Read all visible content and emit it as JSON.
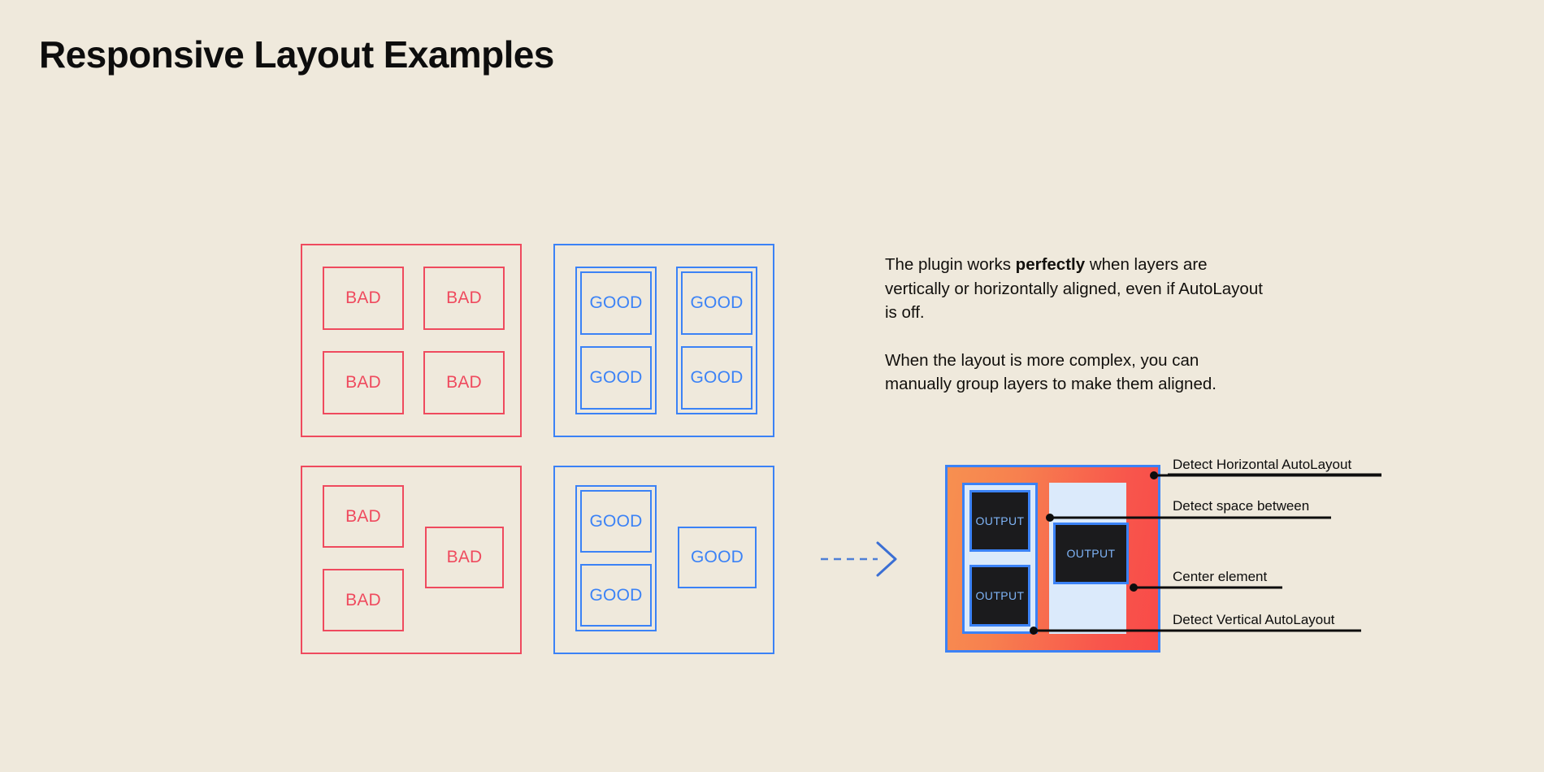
{
  "page": {
    "title": "Responsive Layout Examples",
    "background_color": "#efe9dc"
  },
  "colors": {
    "bad": "#ef4a5e",
    "good": "#3b82f6",
    "text": "#0d0d0d",
    "diagram_gradient_start": "#f79050",
    "diagram_gradient_end": "#f94a48",
    "diagram_box_fill": "#1b1b1d",
    "diagram_box_label": "#7fb4f7",
    "diagram_column_fill": "#dbeafb"
  },
  "examples": {
    "bad_label": "BAD",
    "good_label": "GOOD",
    "panels": [
      {
        "id": "bad-grid",
        "kind": "bad",
        "cells": [
          "BAD",
          "BAD",
          "BAD",
          "BAD"
        ]
      },
      {
        "id": "good-grid",
        "kind": "good",
        "cells": [
          "GOOD",
          "GOOD",
          "GOOD",
          "GOOD"
        ]
      },
      {
        "id": "bad-complex",
        "kind": "bad",
        "cells": [
          "BAD",
          "BAD",
          "BAD"
        ]
      },
      {
        "id": "good-complex",
        "kind": "good",
        "cells": [
          "GOOD",
          "GOOD",
          "GOOD"
        ]
      }
    ]
  },
  "copy": {
    "paragraph_1_part_1": "The plugin works ",
    "paragraph_1_bold": "perfectly",
    "paragraph_1_part_2": " when layers are vertically or horizontally aligned, even if AutoLayout is off.",
    "paragraph_2": "When the layout is more complex, you can manually group layers to make them aligned."
  },
  "arrow": {
    "icon": "dashed-arrow-right-icon",
    "color": "#3b82f6"
  },
  "diagram": {
    "output_label": "OUTPUT",
    "boxes": [
      {
        "id": "output-left-top",
        "label": "OUTPUT"
      },
      {
        "id": "output-left-bottom",
        "label": "OUTPUT"
      },
      {
        "id": "output-right-mid",
        "label": "OUTPUT"
      }
    ],
    "callouts": [
      {
        "id": "detect-horizontal-autolayout",
        "label": "Detect Horizontal AutoLayout"
      },
      {
        "id": "detect-space-between",
        "label": "Detect space between"
      },
      {
        "id": "center-element",
        "label": "Center element"
      },
      {
        "id": "detect-vertical-autolayout",
        "label": "Detect Vertical AutoLayout"
      }
    ]
  }
}
